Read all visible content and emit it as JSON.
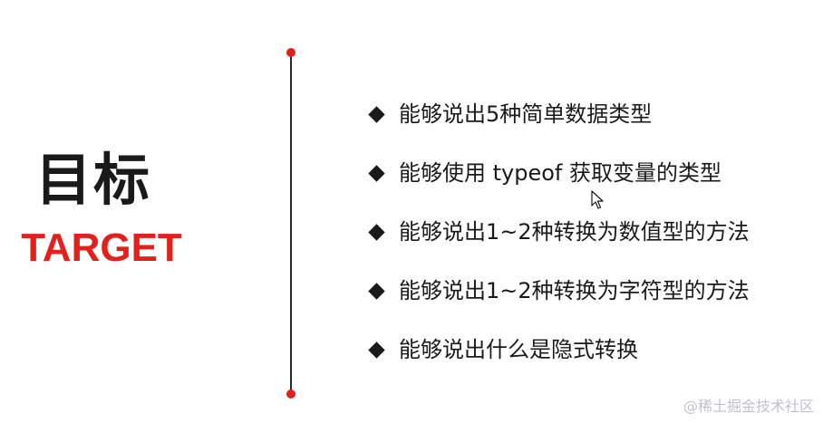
{
  "slide": {
    "title_zh": "目标",
    "title_en": "TARGET",
    "objectives": [
      {
        "text": "能够说出5种简单数据类型"
      },
      {
        "text": "能够使用 typeof 获取变量的类型"
      },
      {
        "text": "能够说出1~2种转换为数值型的方法"
      },
      {
        "text": "能够说出1~2种转换为字符型的方法"
      },
      {
        "text": "能够说出什么是隐式转换"
      }
    ],
    "watermark": "@稀土掘金技术社区"
  },
  "colors": {
    "accent_red": "#e3211c",
    "text_dark": "#1a1a1a",
    "watermark_gray": "#bfc3c9"
  },
  "icons": {
    "bullet": "diamond-bullet-icon",
    "cursor": "mouse-pointer-icon"
  }
}
